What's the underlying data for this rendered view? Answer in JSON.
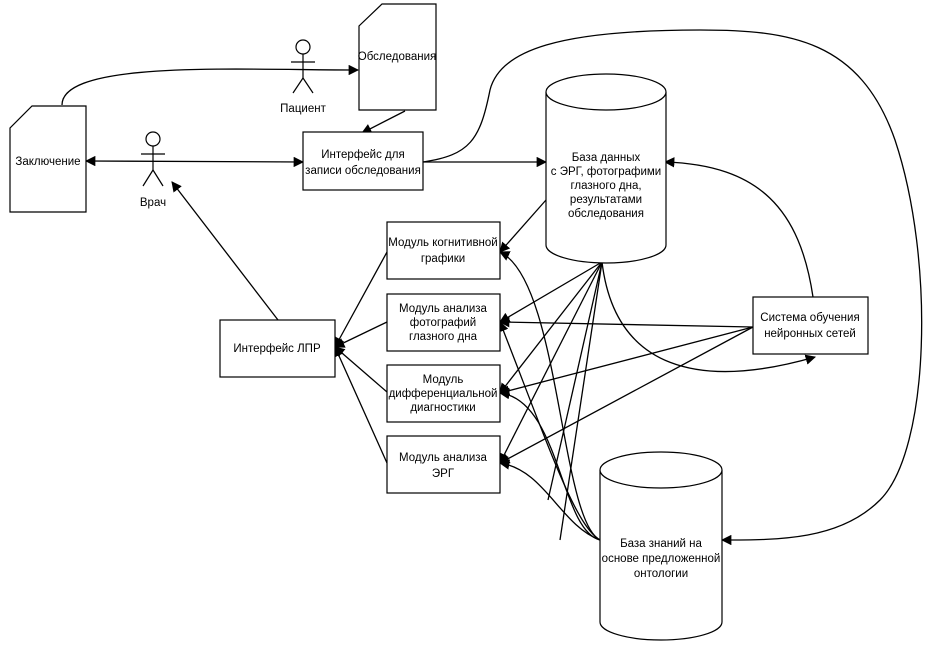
{
  "nodes": {
    "conclusion": "Заключение",
    "examinations": "Обследования",
    "patient": "Пациент",
    "doctor": "Врач",
    "record_interface": [
      "Интерфейс для",
      "записи обследования"
    ],
    "database": [
      "База данных",
      "с ЭРГ, фотографими",
      "глазного дна,",
      "результатами",
      "обследования"
    ],
    "cognitive_module": [
      "Модуль когнитивной",
      "графики"
    ],
    "fundus_module": [
      "Модуль анализа",
      "фотографий",
      "глазного дна"
    ],
    "diff_module": [
      "Модуль",
      "дифференциальной",
      "диагностики"
    ],
    "erg_module": [
      "Модуль анализа",
      "ЭРГ"
    ],
    "dm_interface": "Интерфейс ЛПР",
    "nn_training": [
      "Система обучения",
      "нейронных сетей"
    ],
    "knowledge_base": [
      "База знаний на",
      "основе предложенной",
      "онтологии"
    ]
  }
}
